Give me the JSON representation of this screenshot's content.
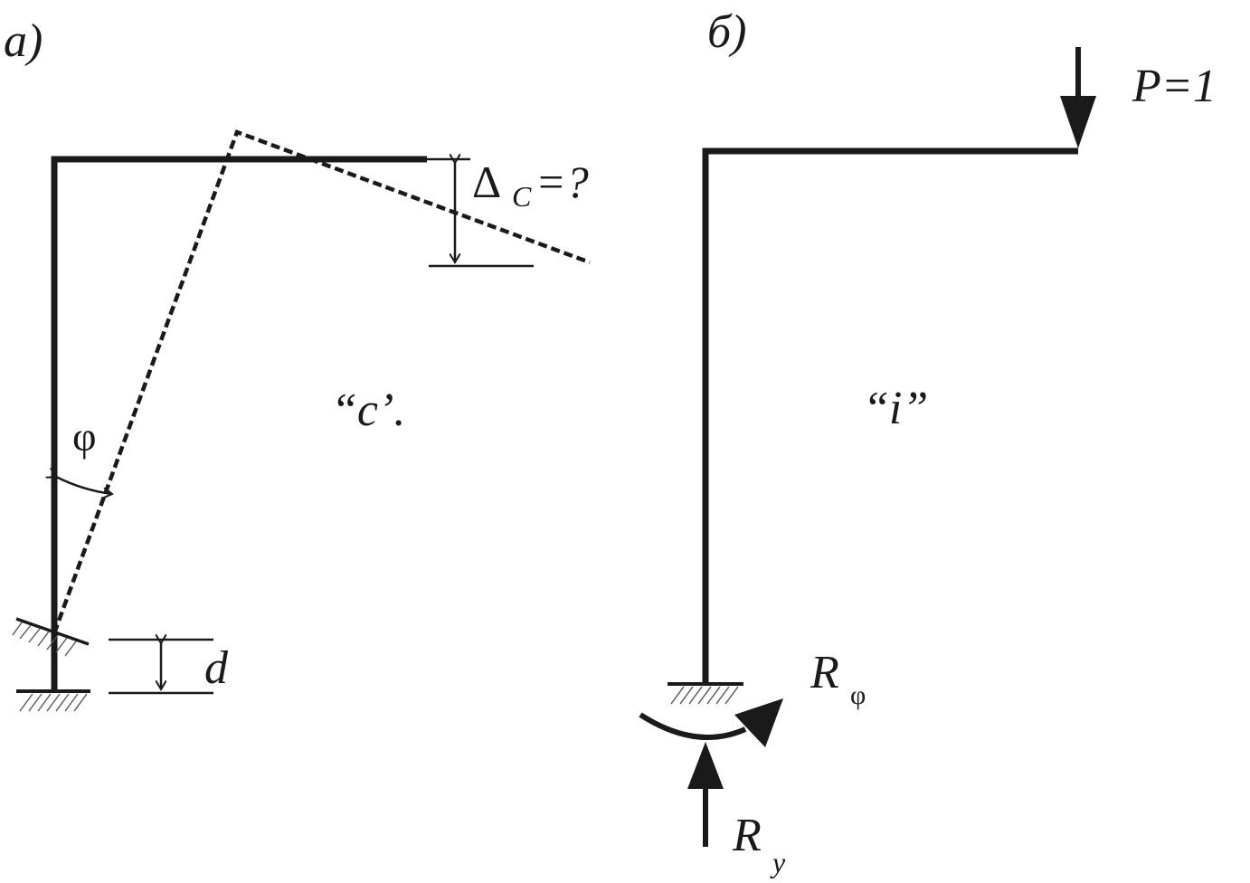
{
  "panels": {
    "a": {
      "label": "a)",
      "state_label": "“c’.",
      "delta_symbol": "Δ",
      "delta_sub": "C",
      "delta_rest": "=?",
      "angle_label": "φ",
      "settlement_label": "d"
    },
    "b": {
      "label": "б)",
      "state_label": "“i”",
      "force_label": "P=1",
      "moment_reaction_base": "R",
      "moment_reaction_sub": "φ",
      "vertical_reaction_base": "R",
      "vertical_reaction_sub": "y"
    }
  },
  "colors": {
    "ink": "#1a1a1a",
    "hatch": "#555555",
    "background": "#ffffff"
  }
}
